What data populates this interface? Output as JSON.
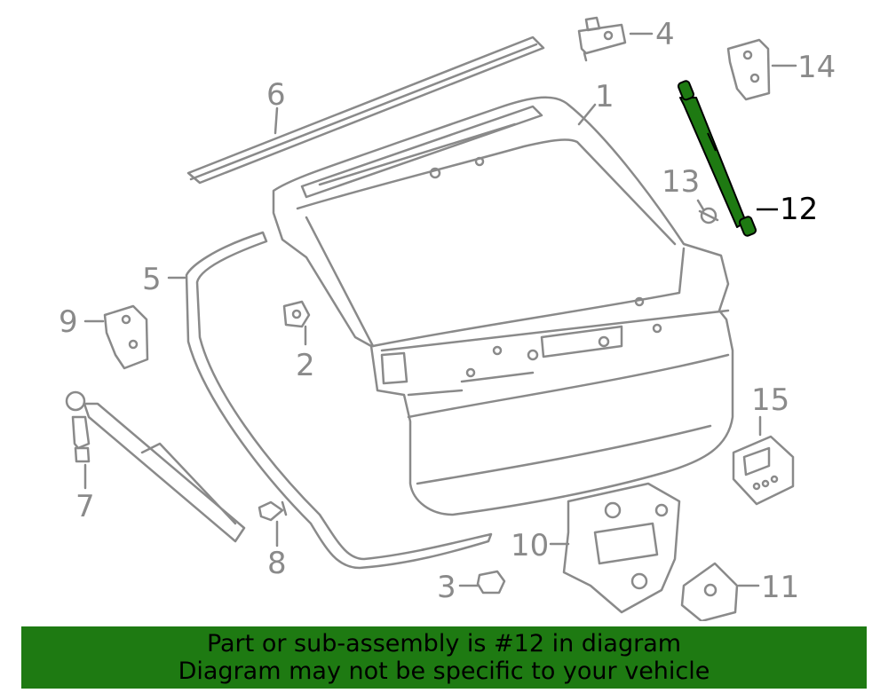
{
  "diagram": {
    "callouts": [
      {
        "id": "1",
        "label": "1"
      },
      {
        "id": "2",
        "label": "2"
      },
      {
        "id": "3",
        "label": "3"
      },
      {
        "id": "4",
        "label": "4"
      },
      {
        "id": "5",
        "label": "5"
      },
      {
        "id": "6",
        "label": "6"
      },
      {
        "id": "7",
        "label": "7"
      },
      {
        "id": "8",
        "label": "8"
      },
      {
        "id": "9",
        "label": "9"
      },
      {
        "id": "10",
        "label": "10"
      },
      {
        "id": "11",
        "label": "11"
      },
      {
        "id": "12",
        "label": "12"
      },
      {
        "id": "13",
        "label": "13"
      },
      {
        "id": "14",
        "label": "14"
      },
      {
        "id": "15",
        "label": "15"
      }
    ],
    "highlighted_part": "12",
    "colors": {
      "line": "#8a8a8a",
      "highlight": "#1e7a12",
      "banner": "#1e7a12"
    }
  },
  "banner": {
    "line1": "Part or sub-assembly is #12 in diagram",
    "line2": "Diagram may not be specific to your vehicle"
  }
}
